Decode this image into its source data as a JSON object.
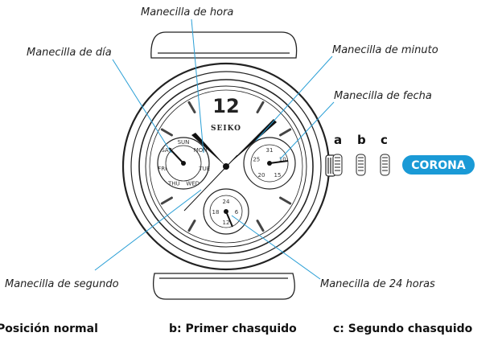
{
  "labels": {
    "hour_hand": "Manecilla de hora",
    "day_hand": "Manecilla de día",
    "minute_hand": "Manecilla de minuto",
    "date_hand": "Manecilla de fecha",
    "second_hand": "Manecilla de segundo",
    "hand_24h": "Manecilla de 24 horas"
  },
  "crown": {
    "label": "CORONA",
    "color": "#1a9ad6",
    "positions": [
      "a",
      "b",
      "c"
    ]
  },
  "dial": {
    "brand": "SEIKO",
    "twelve": "12",
    "day_ring": [
      "SUN",
      "MON",
      "TUE",
      "WED",
      "THU",
      "FRI",
      "SAT"
    ],
    "date_ticks": [
      "31",
      "10",
      "15",
      "20",
      "25"
    ],
    "hour24_ticks": [
      "24",
      "6",
      "12",
      "18"
    ]
  },
  "positions_caption": {
    "a": "Posición normal",
    "b": "b: Primer chasquido",
    "c": "c: Segundo chasquido"
  },
  "line_color": "#2a9fd6"
}
